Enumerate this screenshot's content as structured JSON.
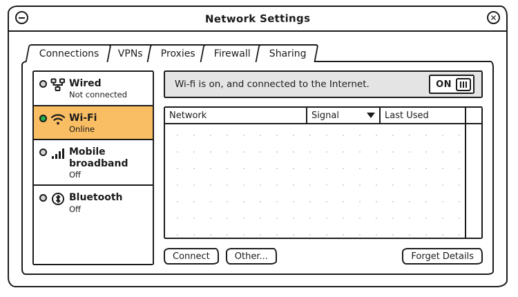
{
  "window": {
    "title": "Network Settings",
    "minimize_icon": "minimize-circle-icon",
    "close_icon": "close-circle-icon"
  },
  "tabs": [
    {
      "label": "Connections",
      "active": true
    },
    {
      "label": "VPNs",
      "active": false
    },
    {
      "label": "Proxies",
      "active": false
    },
    {
      "label": "Firewall",
      "active": false
    },
    {
      "label": "Sharing",
      "active": false
    }
  ],
  "connections": [
    {
      "name": "Wired",
      "state": "Not connected",
      "icon": "ethernet-icon",
      "dot": "off"
    },
    {
      "name": "Wi-Fi",
      "state": "Online",
      "icon": "wifi-icon",
      "dot": "on"
    },
    {
      "name": "Mobile broadband",
      "state": "Off",
      "icon": "signal-bars-icon",
      "dot": "off"
    },
    {
      "name": "Bluetooth",
      "state": "Off",
      "icon": "bluetooth-icon",
      "dot": "off"
    }
  ],
  "status_banner": {
    "text": "Wi-fi is on, and connected to the Internet.",
    "toggle_label": "ON",
    "toggle_state": "on"
  },
  "network_table": {
    "columns": [
      "Network",
      "Signal",
      "Last Used"
    ],
    "sort_column": "Signal",
    "sort_direction": "descending",
    "rows": []
  },
  "footer": {
    "connect_label": "Connect",
    "other_label": "Other...",
    "forget_label": "Forget Details"
  },
  "colors": {
    "selection": "#f9bd63",
    "status_on": "#22b14c",
    "status_off": "#d6d6d6",
    "banner_bg": "#e4e4e4",
    "ink": "#1a1a1a"
  }
}
